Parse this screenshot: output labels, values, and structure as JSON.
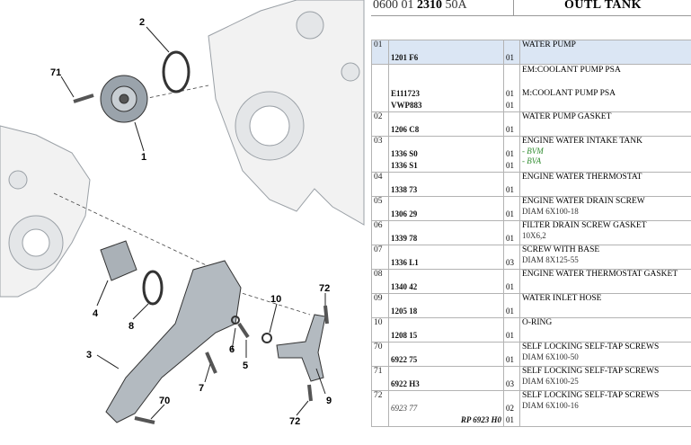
{
  "header": {
    "ref_prefix": "0600 01",
    "ref_code": "2310",
    "ref_suffix": "50A",
    "title": "OUTL TANK"
  },
  "callouts": [
    "1",
    "2",
    "3",
    "4",
    "5",
    "6",
    "7",
    "8",
    "9",
    "10",
    "70",
    "71",
    "72",
    "72"
  ],
  "rows": [
    {
      "num": "01",
      "parts": [
        {
          "pn": "1201 F6",
          "q": "01"
        }
      ],
      "desc": [
        "WATER PUMP"
      ]
    },
    {
      "num": "",
      "parts": [
        {
          "pn": "E111723",
          "q": "01"
        },
        {
          "pn": "VWP883",
          "q": "01"
        }
      ],
      "desc": [
        "EM:COOLANT PUMP PSA",
        "M:COOLANT PUMP PSA"
      ]
    },
    {
      "num": "02",
      "parts": [
        {
          "pn": "1206 C8",
          "q": "01"
        }
      ],
      "desc": [
        "WATER PUMP GASKET"
      ]
    },
    {
      "num": "03",
      "parts": [
        {
          "pn": "1336 S0",
          "q": "01"
        },
        {
          "pn": "1336 S1",
          "q": "01"
        }
      ],
      "desc": [
        "ENGINE WATER INTAKE TANK",
        "- BVM",
        "- BVA"
      ]
    },
    {
      "num": "04",
      "parts": [
        {
          "pn": "1338 73",
          "q": "01"
        }
      ],
      "desc": [
        "ENGINE WATER THERMOSTAT"
      ]
    },
    {
      "num": "05",
      "parts": [
        {
          "pn": "1306 29",
          "q": "01"
        }
      ],
      "desc": [
        "ENGINE WATER DRAIN SCREW",
        "DIAM 6X100-18"
      ]
    },
    {
      "num": "06",
      "parts": [
        {
          "pn": "1339 78",
          "q": "01"
        }
      ],
      "desc": [
        "FILTER DRAIN SCREW GASKET",
        "10X6,2"
      ]
    },
    {
      "num": "07",
      "parts": [
        {
          "pn": "1336 L1",
          "q": "03"
        }
      ],
      "desc": [
        "SCREW WITH BASE",
        "DIAM 8X125-55"
      ]
    },
    {
      "num": "08",
      "parts": [
        {
          "pn": "1340 42",
          "q": "01"
        }
      ],
      "desc": [
        "ENGINE WATER THERMOSTAT GASKET"
      ]
    },
    {
      "num": "09",
      "parts": [
        {
          "pn": "1205 18",
          "q": "01"
        }
      ],
      "desc": [
        "WATER INLET HOSE"
      ]
    },
    {
      "num": "10",
      "parts": [
        {
          "pn": "1208 15",
          "q": "01"
        }
      ],
      "desc": [
        "O-RING"
      ]
    },
    {
      "num": "70",
      "parts": [
        {
          "pn": "6922 75",
          "q": "01"
        }
      ],
      "desc": [
        "SELF LOCKING SELF-TAP SCREWS",
        "DIAM 6X100-50"
      ]
    },
    {
      "num": "71",
      "parts": [
        {
          "pn": "6922 H3",
          "q": "03"
        }
      ],
      "desc": [
        "SELF LOCKING SELF-TAP SCREWS",
        "DIAM 6X100-25"
      ]
    },
    {
      "num": "72",
      "parts": [
        {
          "pn": "6923 77",
          "q": "02"
        },
        {
          "pn": "RP 6923 H0",
          "q": "01"
        }
      ],
      "desc": [
        "SELF LOCKING SELF-TAP SCREWS",
        "DIAM 6X100-16"
      ]
    }
  ]
}
